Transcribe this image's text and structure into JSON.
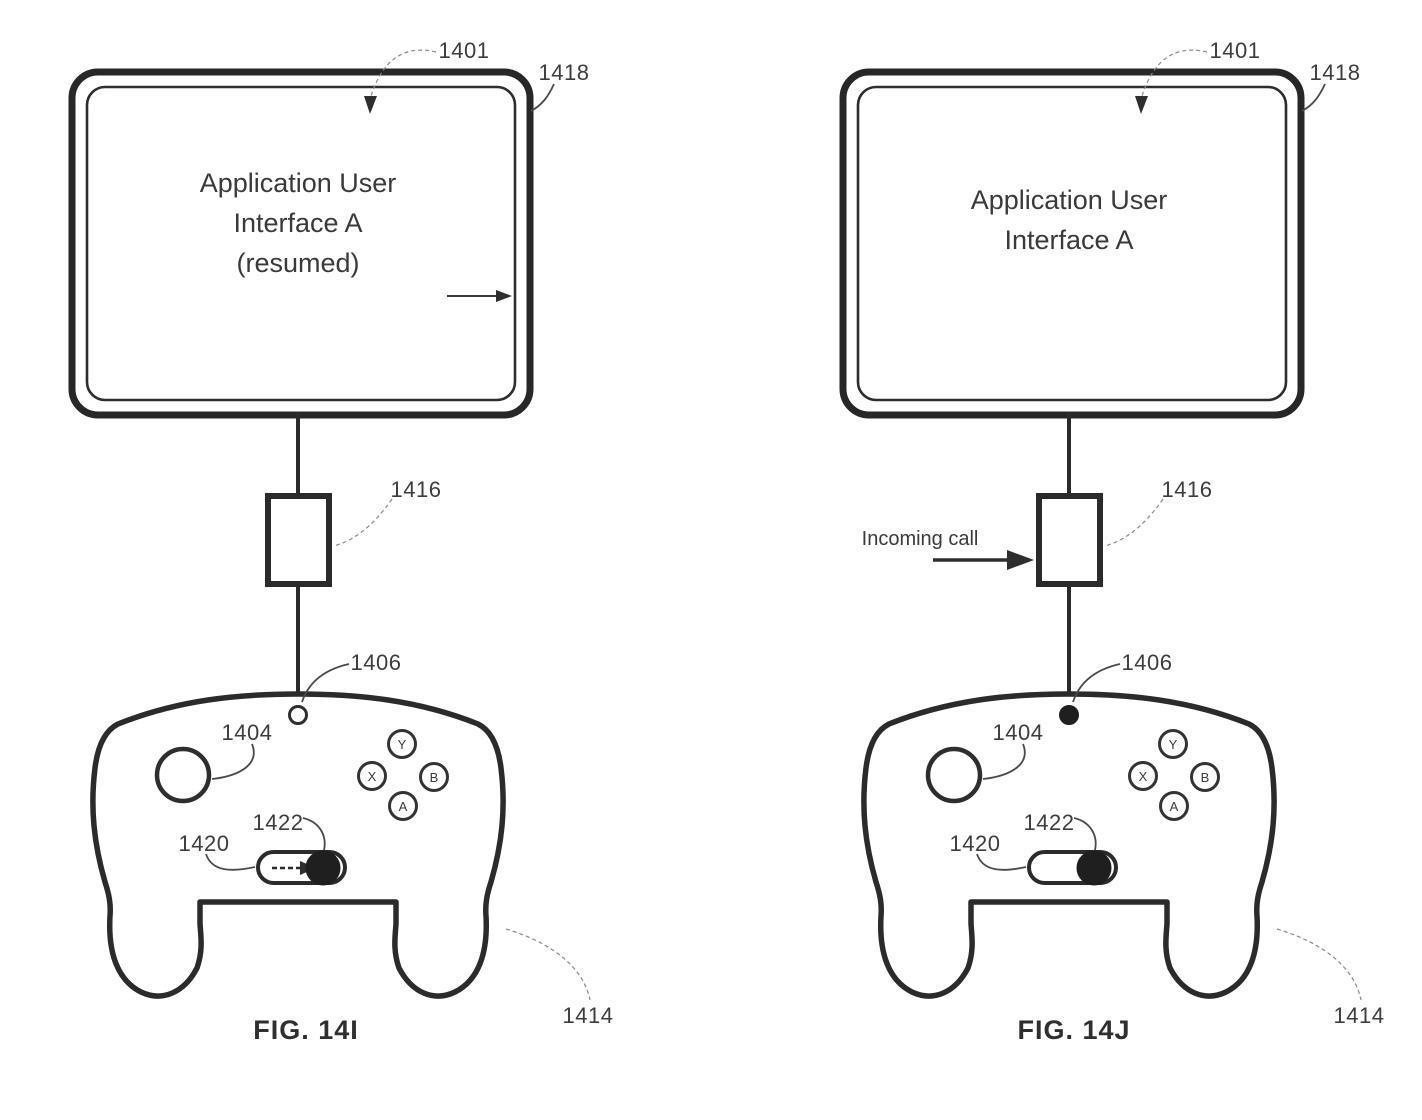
{
  "figures": [
    {
      "caption": "FIG. 14I",
      "screen_lines": [
        "Application User",
        "Interface A",
        "(resumed)"
      ],
      "refs": {
        "display_pointer": "1401",
        "tablet": "1418",
        "adapter": "1416",
        "indicator": "1406",
        "stick": "1404",
        "slider_track": "1420",
        "slider_knob": "1422",
        "controller": "1414"
      },
      "buttons": [
        "Y",
        "X",
        "B",
        "A"
      ]
    },
    {
      "caption": "FIG. 14J",
      "screen_lines": [
        "Application User",
        "Interface A"
      ],
      "annotation": "Incoming call",
      "refs": {
        "display_pointer": "1401",
        "tablet": "1418",
        "adapter": "1416",
        "indicator": "1406",
        "stick": "1404",
        "slider_track": "1420",
        "slider_knob": "1422",
        "controller": "1414"
      },
      "buttons": [
        "Y",
        "X",
        "B",
        "A"
      ]
    }
  ],
  "colors": {
    "ink": "#2b2b2b",
    "background": "#ffffff"
  }
}
